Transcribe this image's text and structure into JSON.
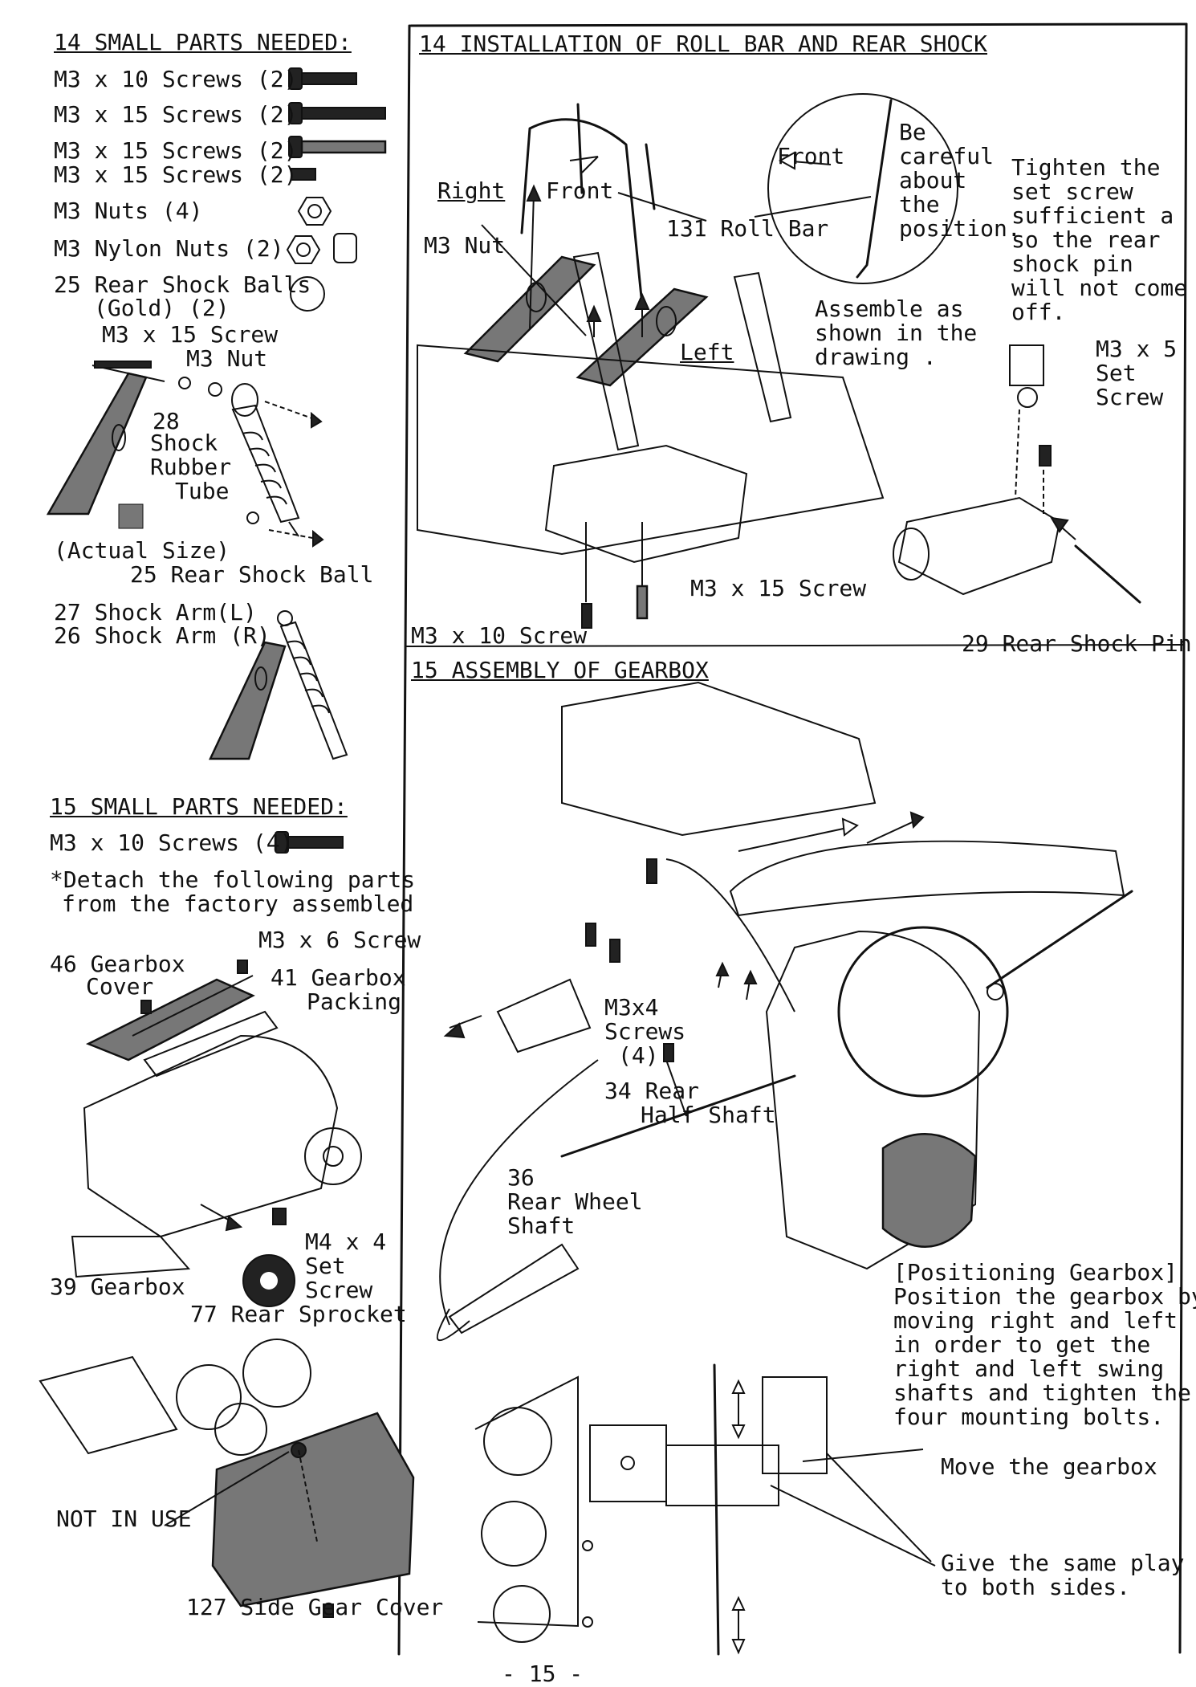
{
  "left_col": {
    "s14_title": "14 SMALL PARTS NEEDED:",
    "s14_parts": [
      "M3 x 10 Screws (2)",
      "M3 x 15 Screws (2)",
      "M3 x 15 Screws (2)",
      "M3 x 15 Screws (2)",
      "M3 Nuts (4)",
      "M3 Nylon Nuts (2)",
      "25 Rear Shock Balls",
      "(Gold) (2)"
    ],
    "fig1": {
      "screw": "M3 x 15 Screw",
      "nut": "M3 Nut",
      "tube_num": "28",
      "tube_1": "Shock",
      "tube_2": "Rubber",
      "tube_3": "Tube",
      "actual_size": "(Actual Size)",
      "ball": "25 Rear Shock Ball",
      "arm_l": "27 Shock Arm(L)",
      "arm_r": "26 Shock Arm (R)"
    },
    "s15_title": "15 SMALL PARTS NEEDED:",
    "s15_part": "M3 x 10 Screws (4)",
    "detach_1": "*Detach the following parts",
    "detach_2": "from the factory assembled",
    "fig2": {
      "screw6": "M3 x 6 Screw",
      "cover_1": "46 Gearbox",
      "cover_2": "Cover",
      "packing_1": "41 Gearbox",
      "packing_2": "Packing",
      "setscrew_1": "M4 x 4",
      "setscrew_2": "Set",
      "setscrew_3": "Screw",
      "gearbox": "39 Gearbox",
      "sprocket": "77 Rear Sprocket"
    },
    "not_in_use": "NOT IN USE",
    "side_cover": "127 Side Gear Cover"
  },
  "right_col": {
    "s14_heading": "14 INSTALLATION OF ROLL BAR AND REAR SHOCK",
    "right": "Right",
    "front": "Front",
    "front2": "Front",
    "m3nut": "M3 Nut",
    "rollbar": "131 Roll Bar",
    "left": "Left",
    "careful_1": "Be",
    "careful_2": "careful",
    "careful_3": "about",
    "careful_4": "the",
    "careful_5": "position.",
    "tighten_1": "Tighten the",
    "tighten_2": "set screw",
    "tighten_3": "sufficient a",
    "tighten_4": "so the rear",
    "tighten_5": "shock pin",
    "tighten_6": "will not come",
    "tighten_7": "off.",
    "assemble_1": "Assemble as",
    "assemble_2": "shown in the",
    "assemble_3": "drawing .",
    "setscrew_1": "M3 x 5",
    "setscrew_2": "Set",
    "setscrew_3": "Screw",
    "m3x15": "M3 x 15 Screw",
    "m3x10": "M3 x 10 Screw",
    "shockpin": "29 Rear Shock Pin",
    "s15_heading": "15 ASSEMBLY OF GEARBOX",
    "m3x4_1": "M3x4",
    "m3x4_2": "Screws",
    "m3x4_3": "(4)",
    "halfshaft_1": "34 Rear",
    "halfshaft_2": "Half Shaft",
    "wheelshaft_1": "36",
    "wheelshaft_2": "Rear Wheel",
    "wheelshaft_3": "Shaft",
    "pos_1": "[Positioning Gearbox]",
    "pos_2": "Position the gearbox by",
    "pos_3": "moving right and left",
    "pos_4": "in order to get the",
    "pos_5": "right and left swing",
    "pos_6": "shafts and tighten the",
    "pos_7": "four mounting bolts.",
    "move": "Move the gearbox",
    "play_1": "Give the same play",
    "play_2": "to both sides."
  },
  "page_number": "- 15 -"
}
